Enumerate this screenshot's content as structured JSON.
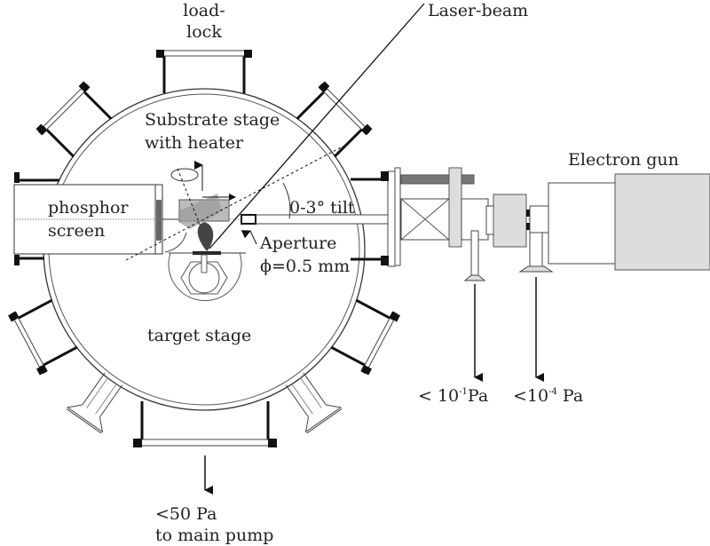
{
  "labels": {
    "load_lock_1": "load-",
    "load_lock_2": "lock",
    "laser_beam": "Laser-beam",
    "electron_gun": "Electron gun",
    "substrate_1": "Substrate stage",
    "substrate_2": "with heater",
    "phosphor_1": "phosphor",
    "phosphor_2": "screen",
    "tilt": "0-3° tilt",
    "aperture_1": "Aperture",
    "aperture_2": "ϕ=0.5 mm",
    "target_stage": "target stage",
    "pressure_1_base": "< 10",
    "pressure_1_exp": "-1",
    "pressure_1_unit": "Pa",
    "pressure_2_base": "<10",
    "pressure_2_exp": "-4",
    "pressure_2_unit": " Pa",
    "main_pump_1": "<50 Pa",
    "main_pump_2": "to main pump"
  },
  "colors": {
    "line": "#222222",
    "flange": "#111111",
    "gun_body": "#dddddd",
    "gray_part": "#777777"
  }
}
